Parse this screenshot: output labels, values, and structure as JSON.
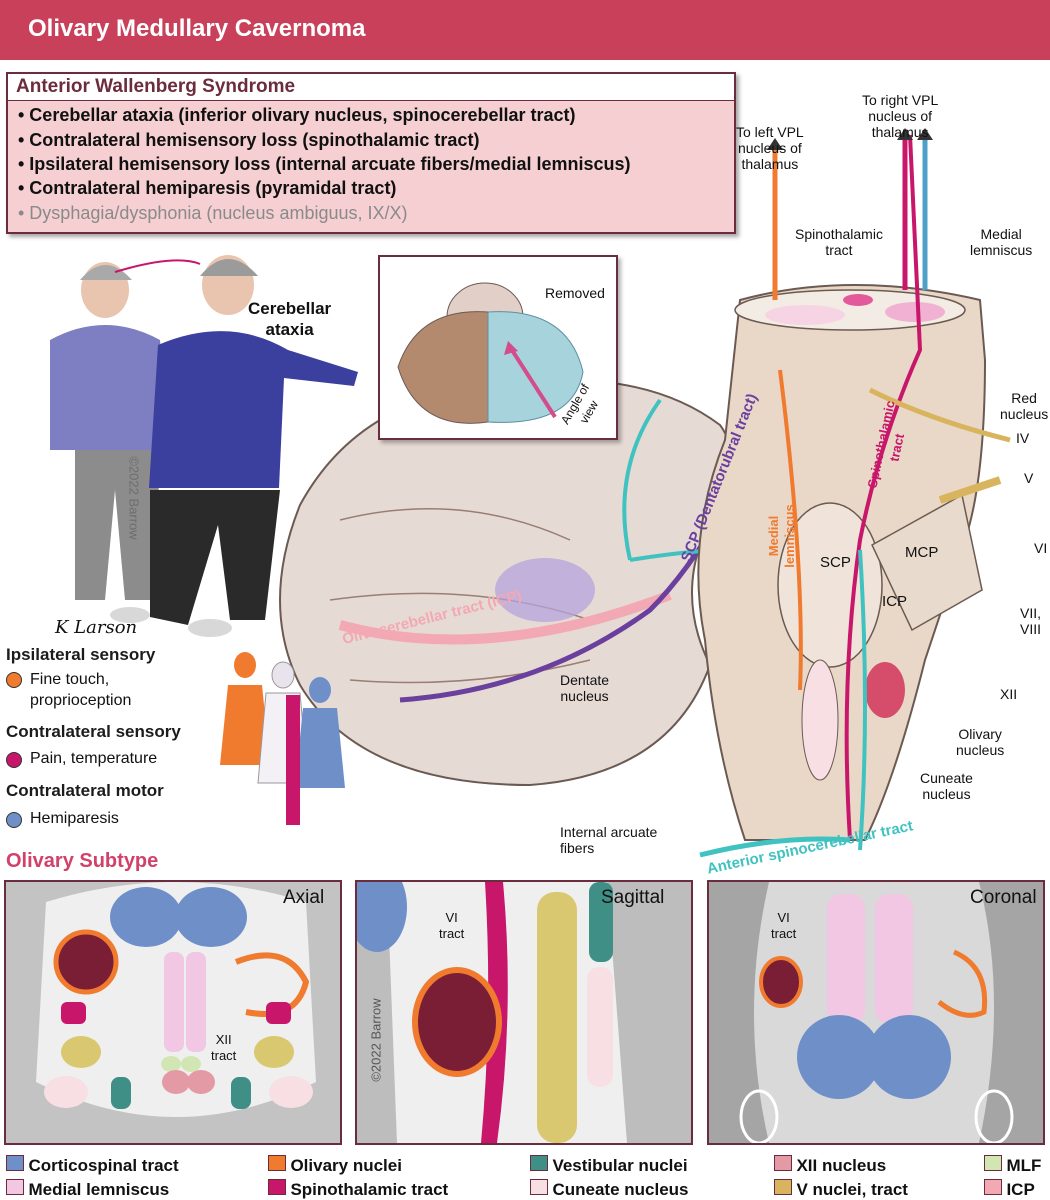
{
  "header": {
    "title": "Olivary Medullary Cavernoma"
  },
  "syndrome": {
    "title": "Anterior Wallenberg Syndrome",
    "items": [
      "• Cerebellar ataxia (inferior olivary nucleus, spinocerebellar tract)",
      "• Contralateral hemisensory loss (spinothalamic tract)",
      "• Ipsilateral hemisensory loss (internal arcuate fibers/medial lemniscus)",
      "• Contralateral hemiparesis (pyramidal tract)",
      "• Dysphagia/dysphonia (nucleus ambiguus, IX/X)"
    ]
  },
  "figure": {
    "cerebellar_ataxia": "Cerebellar\nataxia",
    "copyright": "©2022 Barrow",
    "signature": "K Larson"
  },
  "inset": {
    "removed": "Removed",
    "angle": "Angle of\nview"
  },
  "labels": {
    "left_vpl": "To left VPL\nnucleus of\nthalamus",
    "right_vpl": "To right VPL\nnucleus of\nthalamus",
    "spinothalamic_tract": "Spinothalamic\ntract",
    "medial_lemniscus": "Medial\nlemniscus",
    "red_nucleus": "Red\nnucleus",
    "iv": "IV",
    "v": "V",
    "vi": "VI",
    "vii_viii": "VII,\nVIII",
    "xii": "XII",
    "mcp": "MCP",
    "scp": "SCP",
    "icp": "ICP",
    "olivary_nucleus": "Olivary\nnucleus",
    "cuneate_nucleus": "Cuneate\nnucleus",
    "internal_arcuate": "Internal arcuate\nfibers",
    "dentate_nucleus": "Dentate\nnucleus",
    "olivocerebellar": "Olivocerebellar tract (ICP)",
    "dentatorubral": "SCP (Dentatorubral tract)",
    "medial_lemniscus_tract": "Medial\nlemniscus",
    "spinothalamic_tract_vertical": "Spinothalamic\ntract",
    "anterior_spinocerebellar": "Anterior spinocerebellar tract"
  },
  "sensory_legend": {
    "ipsi_heading": "Ipsilateral sensory",
    "ipsi_item": "Fine touch,\nproprioception",
    "contra_heading": "Contralateral sensory",
    "contra_item": "Pain, temperature",
    "motor_heading": "Contralateral motor",
    "motor_item": "Hemiparesis",
    "colors": {
      "ipsi": "#f07a2e",
      "contra": "#c8176a",
      "motor": "#6f8fc9"
    }
  },
  "subtype": {
    "title": "Olivary Subtype",
    "panels": [
      {
        "label": "Axial",
        "annotation": "XII\ntract"
      },
      {
        "label": "Sagittal",
        "annotation": "VI\ntract"
      },
      {
        "label": "Coronal",
        "annotation": "VI\ntract"
      }
    ]
  },
  "key": [
    {
      "label": "Corticospinal tract",
      "color": "#6f8fc9"
    },
    {
      "label": "Medial lemniscus",
      "color": "#f2c7e4"
    },
    {
      "label": "Olivary nuclei",
      "color": "#f07a2e"
    },
    {
      "label": "Spinothalamic tract",
      "color": "#c8176a"
    },
    {
      "label": "Vestibular nuclei",
      "color": "#3f8f86"
    },
    {
      "label": "Cuneate nucleus",
      "color": "#f8dfe4"
    },
    {
      "label": "XII nucleus",
      "color": "#e39aa4"
    },
    {
      "label": "V nuclei, tract",
      "color": "#d9b45e"
    },
    {
      "label": "MLF",
      "color": "#d2e6b4"
    },
    {
      "label": "ICP",
      "color": "#f3a9b3"
    }
  ]
}
